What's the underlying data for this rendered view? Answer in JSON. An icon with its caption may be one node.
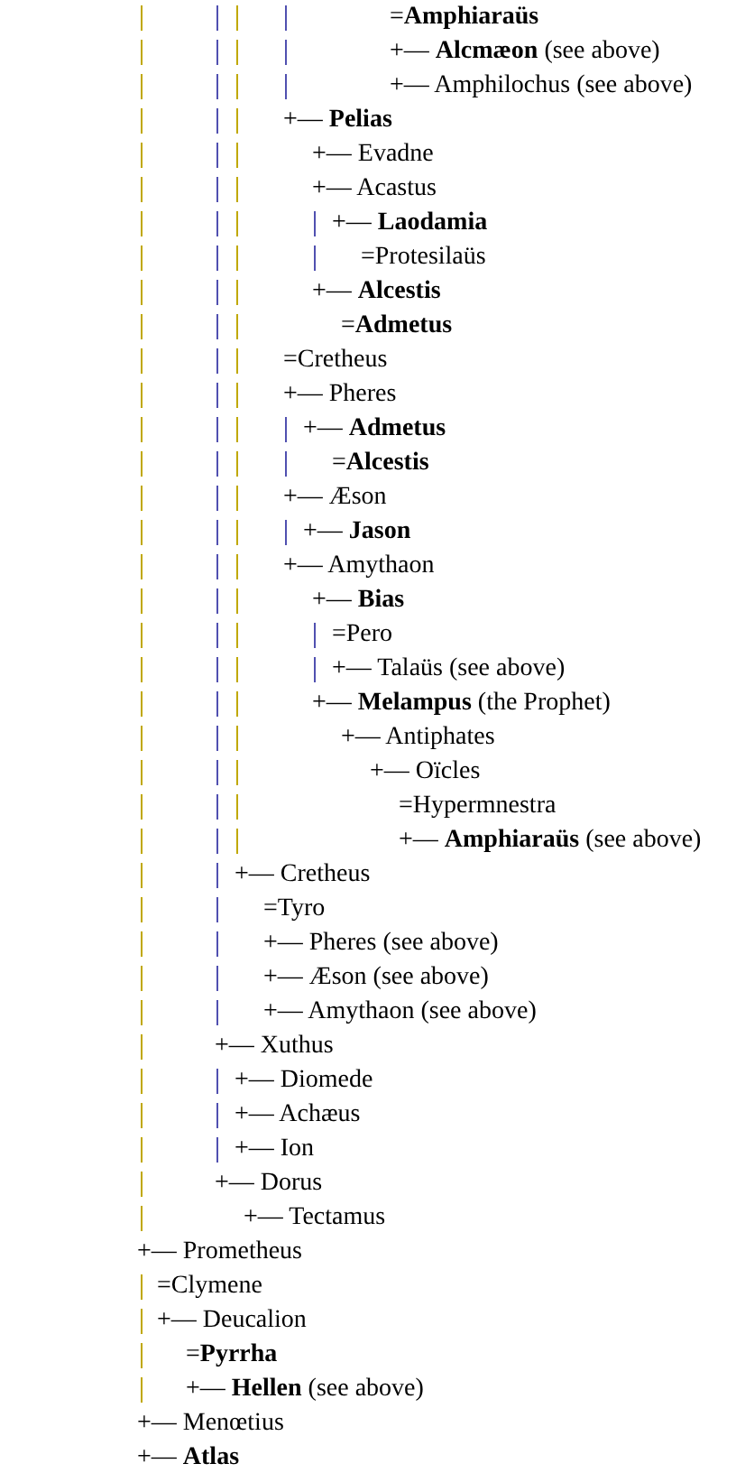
{
  "diagram": {
    "labels": [
      "=**Amphiaraüs**",
      "+— **Alcmæon** (see above)",
      "+— Amphilochus (see above)",
      "+— **Pelias**",
      "+— Evadne",
      "+— Acastus",
      "+— **Laodamia**",
      "=Protesilaüs",
      "+— **Alcestis**",
      "=**Admetus**",
      "=Cretheus",
      "+— Pheres",
      "+— **Admetus**",
      "=**Alcestis**",
      "+— Æson",
      "+— **Jason**",
      "+— Amythaon",
      "+— **Bias**",
      "=Pero",
      "+— Talaüs (see above)",
      "+— **Melampus** (the Prophet)",
      "+— Antiphates",
      "+— Oïcles",
      "=Hypermnestra",
      "+— **Amphiaraüs** (see above)",
      "+— Cretheus",
      "=Tyro",
      "+— Pheres (see above)",
      "+— Æson (see above)",
      "+— Amythaon (see above)",
      "+— Xuthus",
      "+— Diomede",
      "+— Achæus",
      "+— Ion",
      "+— Dorus",
      "+— Tectamus",
      "+— Prometheus",
      "=Clymene",
      "+— Deucalion",
      "=**Pyrrha**",
      "+— **Hellen** (see above)",
      "+— Menœtius",
      "+— **Atlas**"
    ]
  }
}
